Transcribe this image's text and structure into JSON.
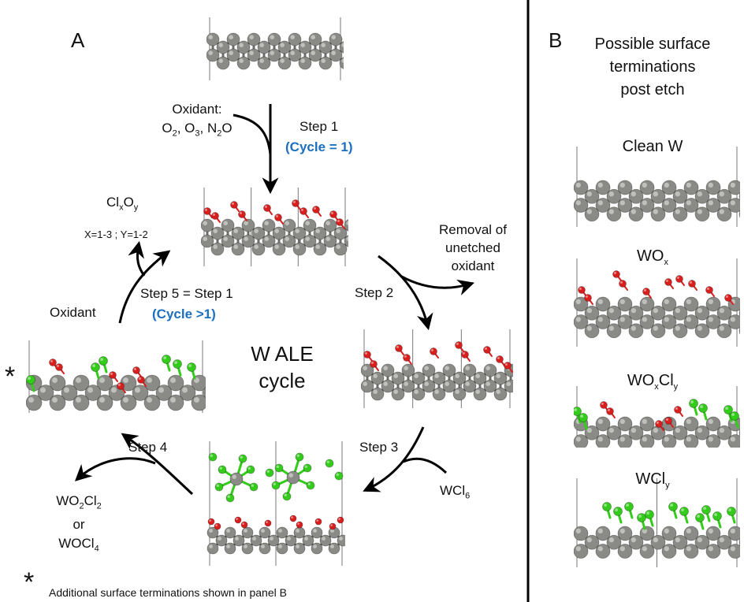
{
  "panel_a": {
    "label": "A",
    "center_title_1": "W ALE",
    "center_title_2": "cycle",
    "step1": {
      "label": "Step 1",
      "cycle": "(Cycle = 1)",
      "reagent_title": "Oxidant:",
      "reagents": [
        "O",
        "2",
        ", O",
        "3",
        ", N",
        "2",
        "O"
      ]
    },
    "step2": {
      "label": "Step 2",
      "removal": [
        "Removal of",
        "unetched",
        "oxidant"
      ]
    },
    "step3": {
      "label": "Step 3",
      "reagent": [
        "WCl",
        "6"
      ]
    },
    "step4": {
      "label": "Step 4",
      "products": [
        "WO",
        "2",
        "Cl",
        "2",
        "or",
        "WOCl",
        "4"
      ]
    },
    "step5": {
      "label": "Step 5 = Step 1",
      "cycle": "(Cycle >1)",
      "reagent": "Oxidant",
      "byproduct": [
        "Cl",
        "x",
        "O",
        "y"
      ],
      "byproduct_range": "X=1-3 ; Y=1-2"
    },
    "asterisk": "*",
    "footnote": "Additional surface terminations shown in panel B"
  },
  "panel_b": {
    "label": "B",
    "title": [
      "Possible surface",
      "terminations",
      "post etch"
    ],
    "terminations": [
      {
        "name": "Clean W"
      },
      {
        "name": "WO",
        "sub": "x"
      },
      {
        "name": "WO",
        "sub": "x",
        "name2": "Cl",
        "sub2": "y"
      },
      {
        "name": "WCl",
        "sub": "y"
      }
    ]
  },
  "colors": {
    "tungsten": "#8a8a86",
    "oxygen": "#d91e1e",
    "chlorine": "#33cc1a",
    "accent_blue": "#1a6fbf",
    "divider": "#000000"
  }
}
